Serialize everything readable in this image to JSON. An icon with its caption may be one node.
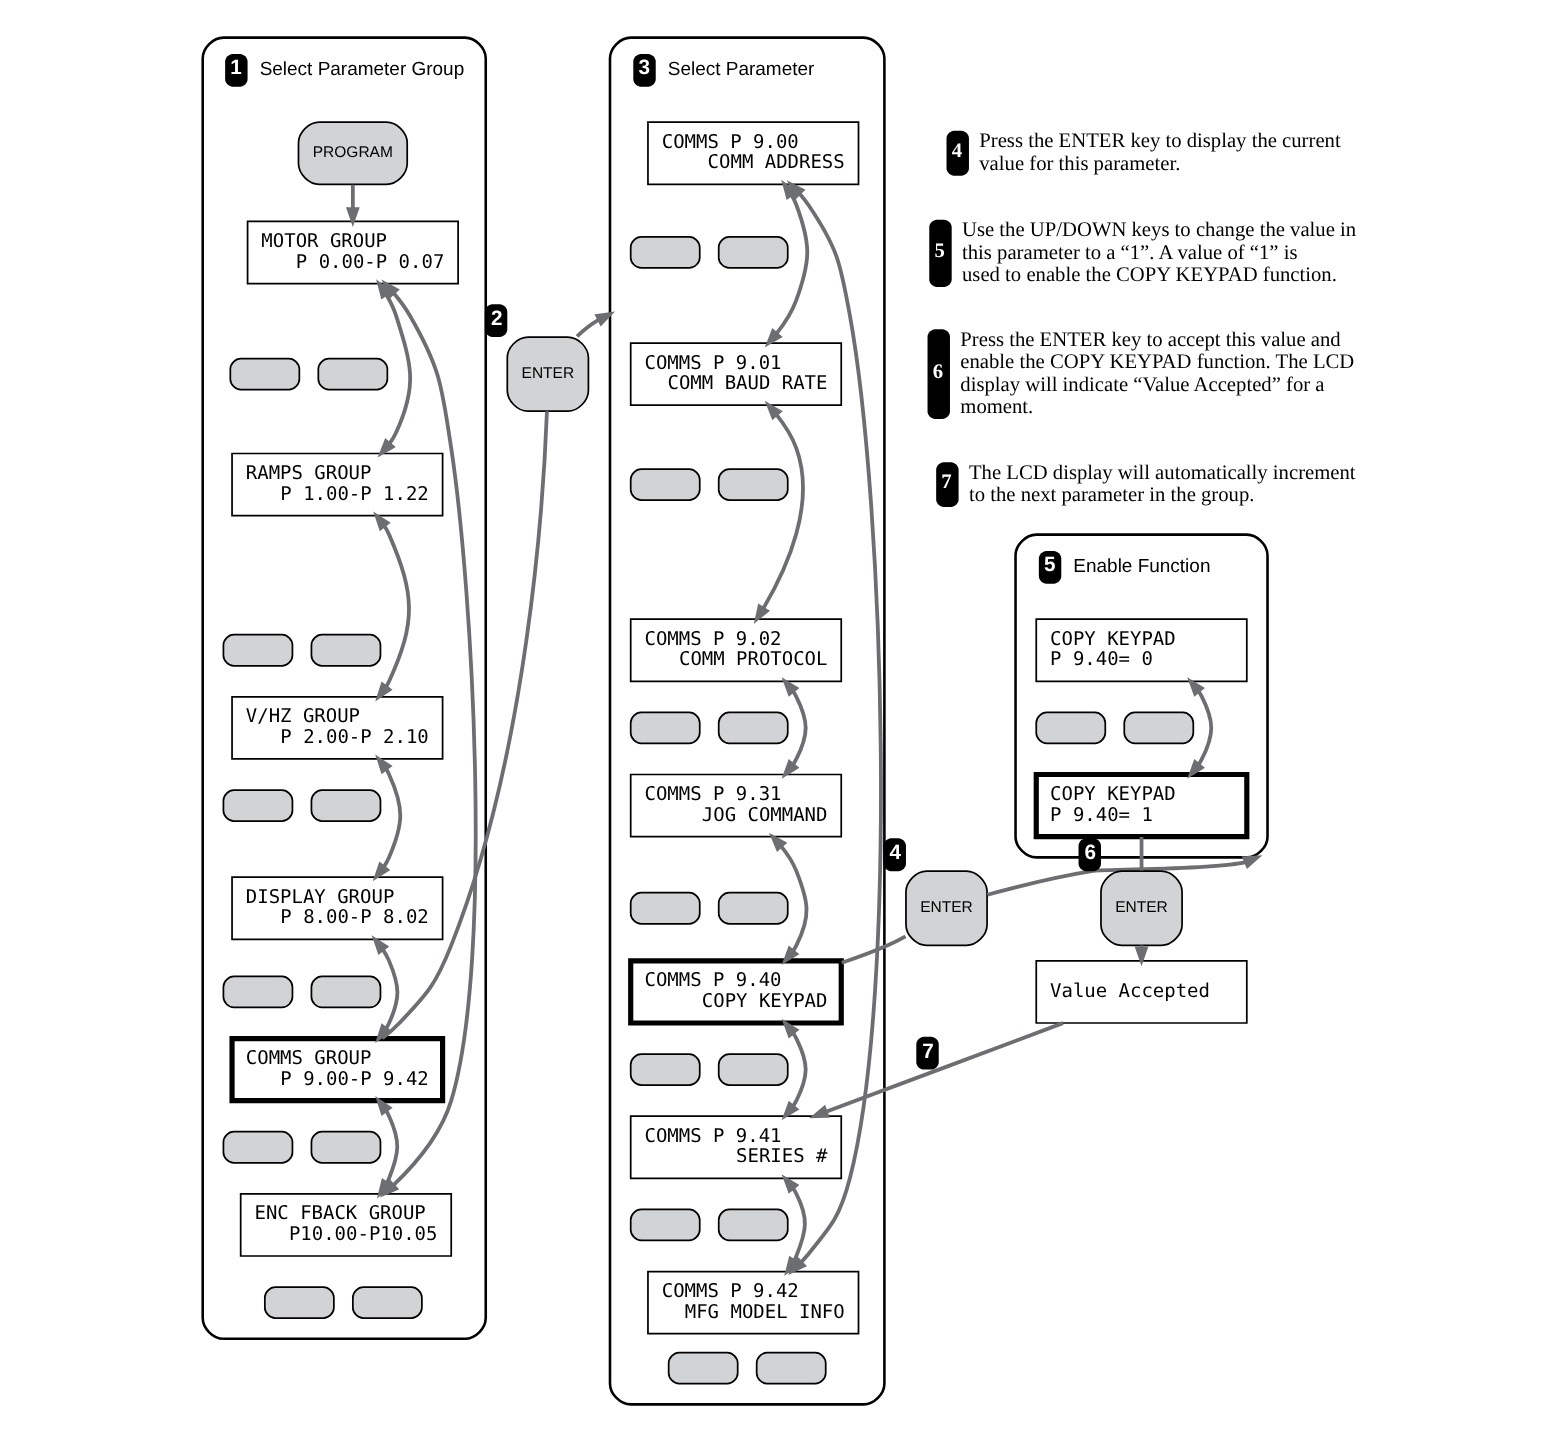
{
  "diagram": {
    "nodes": [
      {
        "text": [
          "1",
          "Select Parameter Group"
        ]
      },
      {
        "text": [
          "PROGRAM"
        ],
        "in": 0
      },
      {
        "text": [
          "MOTOR GROUP",
          "P 0.00-P 0.07"
        ],
        "in": 0
      },
      {
        "text": [],
        "shape": "box",
        "in": 0
      },
      {
        "text": [],
        "shape": "box",
        "in": 0
      },
      {
        "text": [
          "RAMPS GROUP",
          "P 1.00-P 1.22"
        ],
        "in": 0
      },
      {
        "text": [],
        "shape": "box",
        "in": 0
      },
      {
        "text": [],
        "shape": "box",
        "in": 0
      },
      {
        "text": [
          "V/HZ GROUP",
          "P 2.00-P 2.10"
        ],
        "in": 0
      },
      {
        "text": [],
        "shape": "box",
        "in": 0
      },
      {
        "text": [],
        "shape": "box",
        "in": 0
      },
      {
        "text": [
          "DISPLAY GROUP",
          "P 8.00-P 8.02"
        ],
        "in": 0
      },
      {
        "text": [],
        "shape": "box",
        "in": 0
      },
      {
        "text": [],
        "shape": "box",
        "in": 0
      },
      {
        "text": [
          "COMMS GROUP",
          "P 9.00-P 9.42"
        ],
        "in": 0
      },
      {
        "text": [],
        "shape": "box",
        "in": 0
      },
      {
        "text": [],
        "shape": "box",
        "in": 0
      },
      {
        "text": [
          "ENC FBACK GROUP",
          "P10.00-P10.05"
        ],
        "in": 0
      },
      {
        "text": [],
        "shape": "box",
        "in": 0
      },
      {
        "text": [],
        "shape": "box",
        "in": 0
      },
      {
        "text": [
          "ENTER"
        ],
        "beside": [
          "2"
        ]
      },
      {
        "text": [
          "3",
          "Select Parameter"
        ]
      },
      {
        "text": [
          "COMMS P 9.00",
          "COMM ADDRESS"
        ],
        "in": 21
      },
      {
        "text": [],
        "shape": "box",
        "in": 21
      },
      {
        "text": [],
        "shape": "box",
        "in": 21
      },
      {
        "text": [
          "COMMS P 9.01",
          "COMM BAUD RATE"
        ],
        "in": 21
      },
      {
        "text": [],
        "shape": "box",
        "in": 21
      },
      {
        "text": [],
        "shape": "box",
        "in": 21
      },
      {
        "text": [
          "COMMS P 9.02",
          "COMM PROTOCOL"
        ],
        "in": 21
      },
      {
        "text": [],
        "shape": "box",
        "in": 21
      },
      {
        "text": [],
        "shape": "box",
        "in": 21
      },
      {
        "text": [
          "COMMS P 9.31",
          "JOG COMMAND"
        ],
        "in": 21
      },
      {
        "text": [],
        "shape": "box",
        "in": 21
      },
      {
        "text": [],
        "shape": "box",
        "in": 21
      },
      {
        "text": [
          "COMMS P 9.40",
          "COPY KEYPAD"
        ],
        "in": 21
      },
      {
        "text": [],
        "shape": "box",
        "in": 21
      },
      {
        "text": [],
        "shape": "box",
        "in": 21
      },
      {
        "text": [
          "COMMS P 9.41",
          "SERIES #"
        ],
        "in": 21
      },
      {
        "text": [],
        "shape": "box",
        "in": 21
      },
      {
        "text": [],
        "shape": "box",
        "in": 21
      },
      {
        "text": [
          "COMMS P 9.42",
          "MFG MODEL INFO"
        ],
        "in": 21
      },
      {
        "text": [],
        "shape": "box",
        "in": 21
      },
      {
        "text": [],
        "shape": "box",
        "in": 21
      },
      {
        "text": [
          "ENTER"
        ],
        "beside": [
          "4"
        ]
      },
      {
        "text": [
          "5",
          "Enable Function"
        ]
      },
      {
        "text": [
          "COPY KEYPAD",
          "P 9.40= 0"
        ],
        "in": 44
      },
      {
        "text": [],
        "shape": "box",
        "in": 44
      },
      {
        "text": [],
        "shape": "box",
        "in": 44
      },
      {
        "text": [
          "COPY KEYPAD",
          "P 9.40= 1"
        ],
        "in": 44
      },
      {
        "text": [
          "ENTER"
        ],
        "beside": [
          "6"
        ]
      },
      {
        "text": [
          "Value Accepted"
        ]
      }
    ],
    "edges": [
      {
        "from": 1,
        "to": 2,
        "arrow": "to"
      },
      {
        "from": 2,
        "to": 5,
        "arrow": "both"
      },
      {
        "from": 5,
        "to": 8,
        "arrow": "both"
      },
      {
        "from": 8,
        "to": 11,
        "arrow": "both"
      },
      {
        "from": 11,
        "to": 14,
        "arrow": "both"
      },
      {
        "from": 14,
        "to": 17,
        "arrow": "both"
      },
      {
        "from": 17,
        "to": 2,
        "arrow": "both"
      },
      {
        "from": 14,
        "to": 20,
        "arrow": "none"
      },
      {
        "from": 20,
        "to": 21,
        "arrow": "to"
      },
      {
        "from": 22,
        "to": 25,
        "arrow": "both"
      },
      {
        "from": 25,
        "to": 28,
        "arrow": "both"
      },
      {
        "from": 28,
        "to": 31,
        "arrow": "both"
      },
      {
        "from": 31,
        "to": 34,
        "arrow": "both"
      },
      {
        "from": 34,
        "to": 37,
        "arrow": "both"
      },
      {
        "from": 37,
        "to": 40,
        "arrow": "both"
      },
      {
        "from": 40,
        "to": 22,
        "arrow": "both"
      },
      {
        "from": 34,
        "to": 43,
        "arrow": "none"
      },
      {
        "from": 43,
        "to": 44,
        "arrow": "to"
      },
      {
        "from": 45,
        "to": 48,
        "arrow": "both"
      },
      {
        "from": 48,
        "to": 49,
        "arrow": "none"
      },
      {
        "from": 49,
        "to": 50,
        "arrow": "to"
      },
      {
        "from": 50,
        "to": 37,
        "arrow": "to",
        "label": "7"
      }
    ],
    "labels": [
      "4",
      "Press the ENTER key to display the current value for this parameter.",
      "5",
      "Use the UP/DOWN keys to change the value in this parameter to a “1”. A value of “1” is used to enable the COPY KEYPAD function.",
      "6",
      "Press the ENTER key to accept this value and enable the COPY KEYPAD function. The LCD display will indicate “Value Accepted” for a moment.",
      "7",
      "The LCD display will automatically increment to the next parameter in the group."
    ]
  }
}
